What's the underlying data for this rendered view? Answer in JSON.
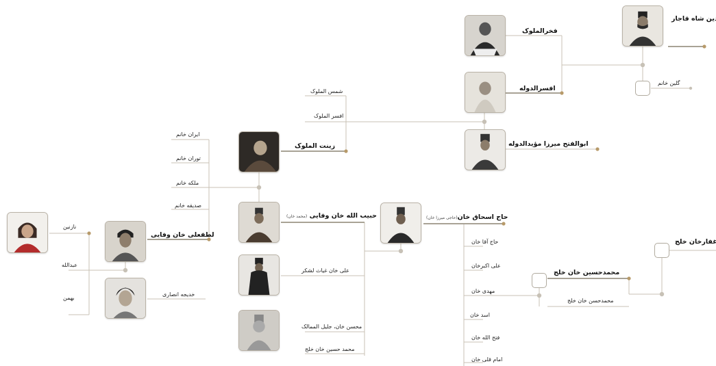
{
  "people": {
    "naser": "صرالدین شاه قاجار",
    "golin": "گلین خانم",
    "fakhr": "فخرالملوک",
    "afsar": "افسرالدوله",
    "abolfath": "ابوالفتح میرزا مؤیدالدوله",
    "shams": "شمس الملوک",
    "afsar_molouk": "افسر الملوک",
    "zinat": "زینت الملوک",
    "iran": "ایران خانم",
    "touran": "توران خانم",
    "maleke": "ملکه خانم",
    "sedighe": "صدیقه خانم",
    "habib": "حبیب الله خان وفایی",
    "habib_sub": "(محمد خان)",
    "lotf": "لطفعلی خان وفایی",
    "nazanin": "نازنین",
    "abdollah": "عبدالله",
    "bahman": "بهمن",
    "khadijeh": "خدیجه انصاری",
    "ali_ghias": "علی خان غیاث لشکر",
    "mohsen": "محسن خان، جلیل الممالک",
    "mh_khan": "محمد حسین خان خلج",
    "haj_eshagh": "حاج اسحاق خان",
    "haj_eshagh_sub": "(حاجی میرزا خان)",
    "haj_agha": "حاج آقا خان",
    "ali_akbar": "علی اکبرخان",
    "mahdi": "مهدی خان",
    "asad": "اسد خان",
    "fathollah": "فتح الله خان",
    "emamgholi": "امام قلی خان",
    "mh_khalaj": "محمدحسین خان خلج",
    "mh_khalaj2": "محمدحسن خان خلج",
    "ghaffar": "غفارخان خلج"
  },
  "colors": {
    "line": "#c9c2b4",
    "node": "#a8a295",
    "accent": "#b79a6a",
    "dot": "#c7c1b6"
  }
}
